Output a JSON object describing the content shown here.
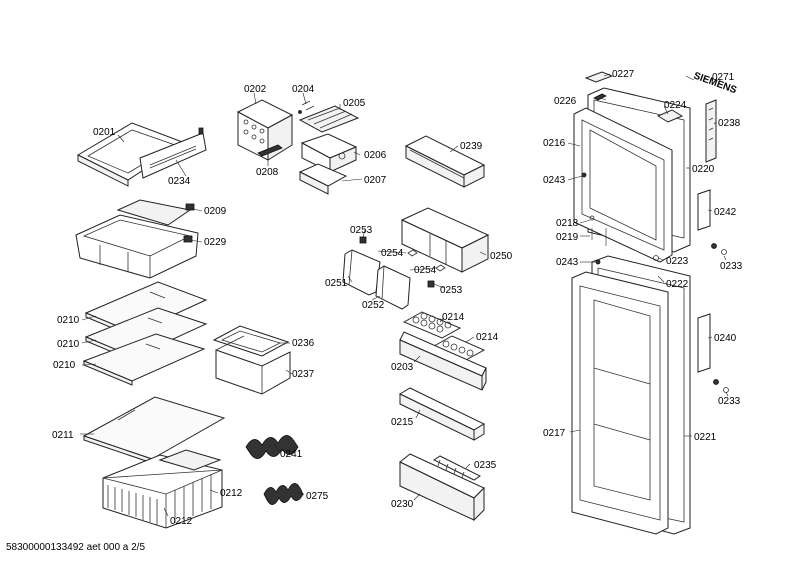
{
  "footer": "58300000133492 aet 000 a 2/5",
  "brand": "SIEMENS",
  "labels": {
    "p0201": "0201",
    "p0234": "0234",
    "p0202": "0202",
    "p0204": "0204",
    "p0205": "0205",
    "p0206": "0206",
    "p0207": "0207",
    "p0208": "0208",
    "p0209": "0209",
    "p0229": "0229",
    "p0210a": "0210",
    "p0210b": "0210",
    "p0210c": "0210",
    "p0236": "0236",
    "p0237": "0237",
    "p0211": "0211",
    "p0212a": "0212",
    "p0212b": "0212",
    "p0241": "0241",
    "p0275": "0275",
    "p0239": "0239",
    "p0253a": "0253",
    "p0254a": "0254",
    "p0250": "0250",
    "p0251": "0251",
    "p0252": "0252",
    "p0254b": "0254",
    "p0253b": "0253",
    "p0214a": "0214",
    "p0214b": "0214",
    "p0203": "0203",
    "p0215": "0215",
    "p0235": "0235",
    "p0230": "0230",
    "p0227": "0227",
    "p0271": "0271",
    "p0226": "0226",
    "p0224": "0224",
    "p0238": "0238",
    "p0216": "0216",
    "p0220": "0220",
    "p0243a": "0243",
    "p0242": "0242",
    "p0218": "0218",
    "p0219": "0219",
    "p0243b": "0243",
    "p0223": "0223",
    "p0233a": "0233",
    "p0222": "0222",
    "p0240": "0240",
    "p0233b": "0233",
    "p0217": "0217",
    "p0221": "0221"
  }
}
